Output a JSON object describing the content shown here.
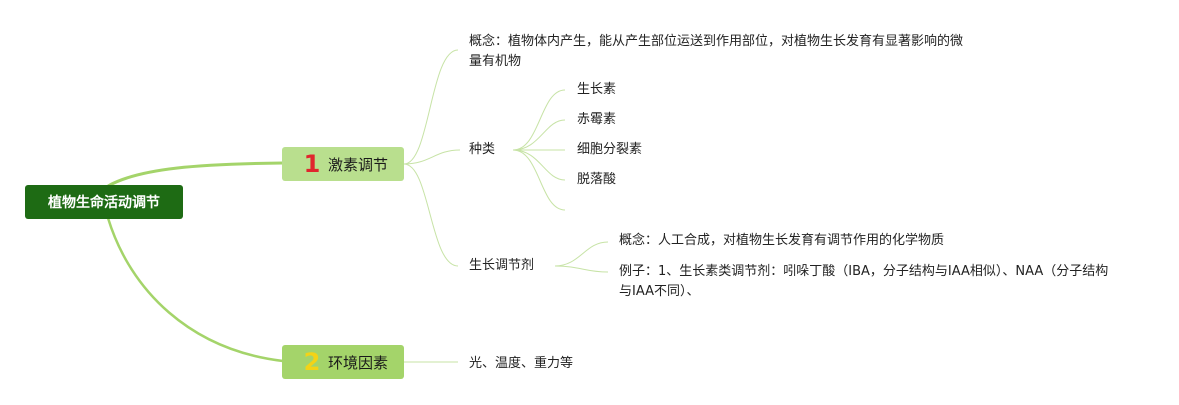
{
  "root": {
    "label": "植物生命活动调节"
  },
  "branches": [
    {
      "number": "1",
      "label": "激素调节",
      "children": {
        "concept": "概念：植物体内产生，能从产生部位运送到作用部位，对植物生长发育有显著影响的微量有机物",
        "types": {
          "label": "种类",
          "items": [
            "生长素",
            "赤霉素",
            "细胞分裂素",
            "脱落酸"
          ]
        },
        "regulator": {
          "label": "生长调节剂",
          "concept": "概念：人工合成，对植物生长发育有调节作用的化学物质",
          "example": "例子：1、生长素类调节剂：吲哚丁酸（IBA，分子结构与IAA相似）、NAA（分子结构与IAA不同）、"
        }
      }
    },
    {
      "number": "2",
      "label": "环境因素",
      "children": {
        "text": "光、温度、重力等"
      }
    }
  ],
  "colors": {
    "root_bg": "#1e6b14",
    "branch1_bg": "#b9df8e",
    "branch2_bg": "#a4d46a",
    "main_link": "#a4d46a",
    "sub_link": "#c7e3a6"
  }
}
